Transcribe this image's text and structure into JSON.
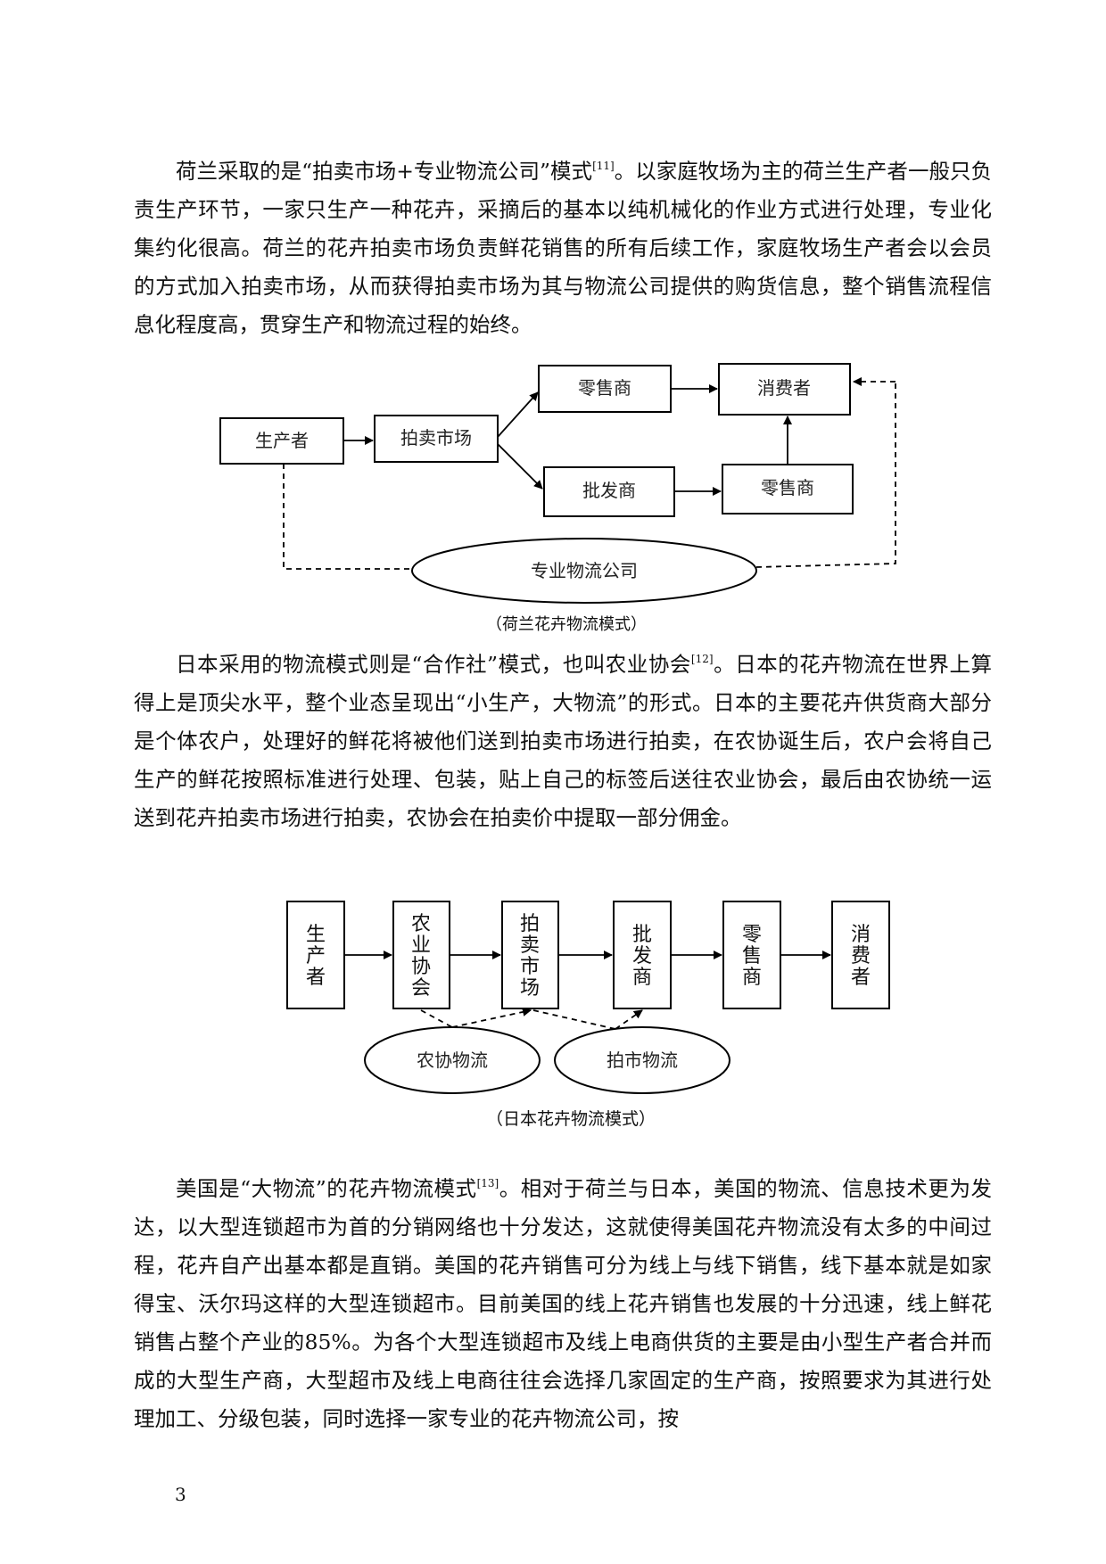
{
  "paragraphs": {
    "p1_a": "荷兰采取的是“拍卖市场+专业物流公司”模式",
    "p1_ref": "[11]",
    "p1_b": "。以家庭牧场为主的荷兰生产者一般只负责生产环节，一家只生产一种花卉，采摘后的基本以纯机械化的作业方式进行处理，专业化集约化很高。荷兰的花卉拍卖市场负责鲜花销售的所有后续工作，家庭牧场生产者会以会员的方式加入拍卖市场，从而获得拍卖市场为其与物流公司提供的购货信息，整个销售流程信息化程度高，贯穿生产和物流过程的始终。",
    "p2_a": "日本采用的物流模式则是“合作社”模式，也叫农业协会",
    "p2_ref": "[12]",
    "p2_b": "。日本的花卉物流在世界上算得上是顶尖水平，整个业态呈现出“小生产，大物流”的形式。日本的主要花卉供货商大部分是个体农户，处理好的鲜花将被他们送到拍卖市场进行拍卖，在农协诞生后，农户会将自己生产的鲜花按照标准进行处理、包装，贴上自己的标签后送往农业协会，最后由农协统一运送到花卉拍卖市场进行拍卖，农协会在拍卖价中提取一部分佣金。",
    "p3_a": "美国是“大物流”的花卉物流模式",
    "p3_ref": "[13]",
    "p3_b": "。相对于荷兰与日本，美国的物流、信息技术更为发达，以大型连锁超市为首的分销网络也十分发达，这就使得美国花卉物流没有太多的中间过程，花卉自产出基本都是直销。美国的花卉销售可分为线上与线下销售，线下基本就是如家得宝、沃尔玛这样的大型连锁超市。目前美国的线上花卉销售也发展的十分迅速，线上鲜花销售占整个产业的85%。为各个大型连锁超市及线上电商供货的主要是由小型生产者合并而成的大型生产商，大型超市及线上电商往往会选择几家固定的生产商，按照要求为其进行处理加工、分级包装，同时选择一家专业的花卉物流公司，按"
  },
  "diagram1": {
    "producer": "生产者",
    "auction": "拍卖市场",
    "retailer_top": "零售商",
    "consumer": "消费者",
    "wholesaler": "批发商",
    "retailer_bottom": "零售商",
    "logistics": "专业物流公司",
    "caption": "（荷兰花卉物流模式）"
  },
  "diagram2": {
    "producer": "生产者",
    "coop": "农业协会",
    "auction": "拍卖市场",
    "wholesaler": "批发商",
    "retailer": "零售商",
    "consumer": "消费者",
    "coop_logistics": "农协物流",
    "auction_logistics": "拍市物流",
    "caption": "（日本花卉物流模式）"
  },
  "page_number": "3"
}
